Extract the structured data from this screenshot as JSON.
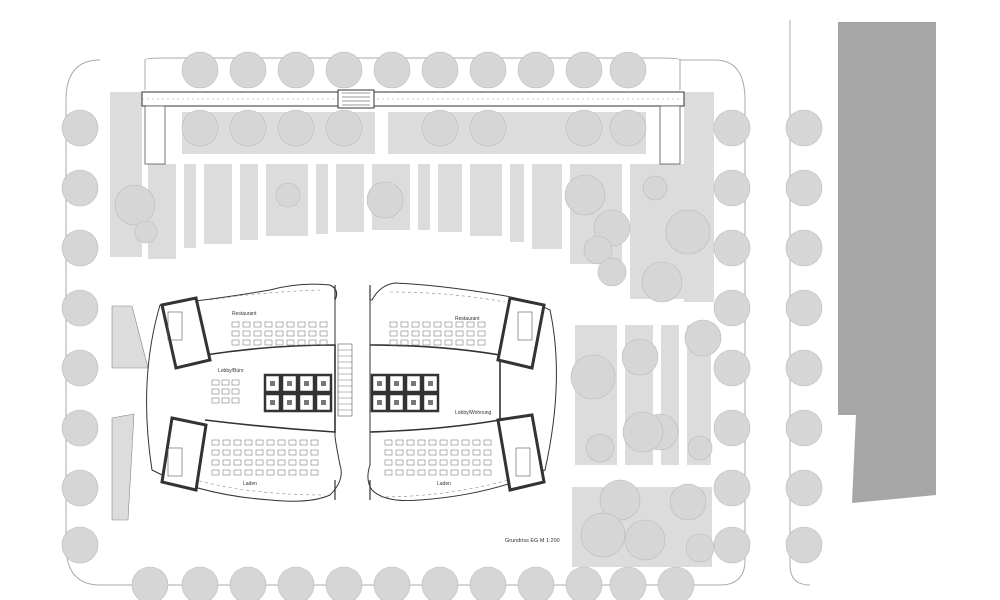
{
  "labels": {
    "restaurant_left": "Restaurant",
    "restaurant_right": "Restaurant",
    "lobby_left": "Lobby/Büro",
    "lobby_right": "Lobby/Wohnung",
    "shop_left": "Laden",
    "shop_right": "Laden",
    "plan_title": "Grundriss EG   M 1:200"
  },
  "colors": {
    "surface_grey": "#dcdcdc",
    "tree_fill": "#d6d6d6",
    "neighbour_building": "#a6a6a6",
    "wall": "#333333",
    "line": "#9a9a9a"
  }
}
